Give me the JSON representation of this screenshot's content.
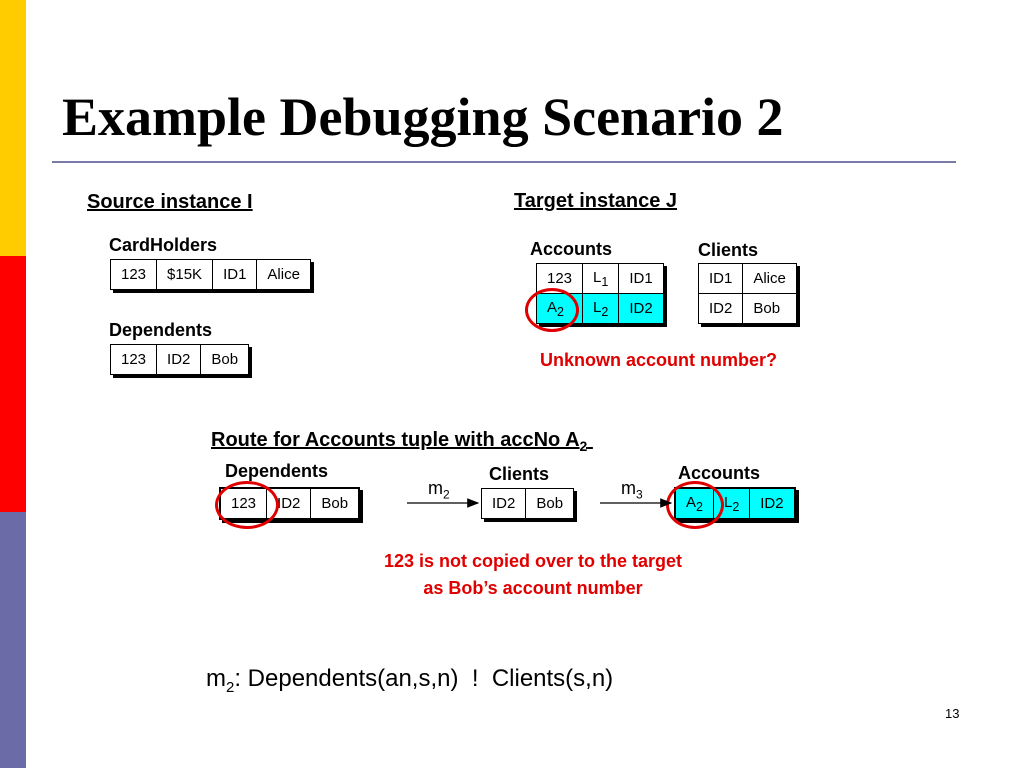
{
  "slide": {
    "title": "Example Debugging Scenario 2",
    "page_number": "13",
    "colors": {
      "bar_yellow": "#ffcc00",
      "bar_red": "#ff0000",
      "bar_purple": "#6b6ba8",
      "highlight": "#00ffff",
      "annotation": "#e00000"
    }
  },
  "source": {
    "heading": "Source instance I",
    "cardholders": {
      "label": "CardHolders",
      "cells": [
        "123",
        "$15K",
        "ID1",
        "Alice"
      ]
    },
    "dependents": {
      "label": "Dependents",
      "cells": [
        "123",
        "ID2",
        "Bob"
      ]
    }
  },
  "target": {
    "heading": "Target instance J",
    "accounts": {
      "label": "Accounts",
      "rows": [
        {
          "c1": "123",
          "c2_base": "L",
          "c2_sub": "1",
          "c3": "ID1"
        },
        {
          "c1_base": "A",
          "c1_sub": "2",
          "c2_base": "L",
          "c2_sub": "2",
          "c3": "ID2"
        }
      ]
    },
    "clients": {
      "label": "Clients",
      "rows": [
        [
          "ID1",
          "Alice"
        ],
        [
          "ID2",
          "Bob"
        ]
      ]
    },
    "note": "Unknown account number?"
  },
  "route": {
    "heading_main": "Route for Accounts tuple with accNo A",
    "heading_sub": "2",
    "dependents": {
      "label": "Dependents",
      "cells": [
        "123",
        "ID2",
        "Bob"
      ]
    },
    "m2": {
      "base": "m",
      "sub": "2"
    },
    "clients": {
      "label": "Clients",
      "cells": [
        "ID2",
        "Bob"
      ]
    },
    "m3": {
      "base": "m",
      "sub": "3"
    },
    "accounts": {
      "label": "Accounts",
      "a_base": "A",
      "a_sub": "2",
      "l_base": "L",
      "l_sub": "2",
      "id": "ID2"
    },
    "note_line1": "123 is not copied over to the target",
    "note_line2": "as Bob’s account number"
  },
  "formula": {
    "m": "m",
    "sub": "2",
    "text": ": Dependents(an,s,n)  !  Clients(s,n)"
  }
}
